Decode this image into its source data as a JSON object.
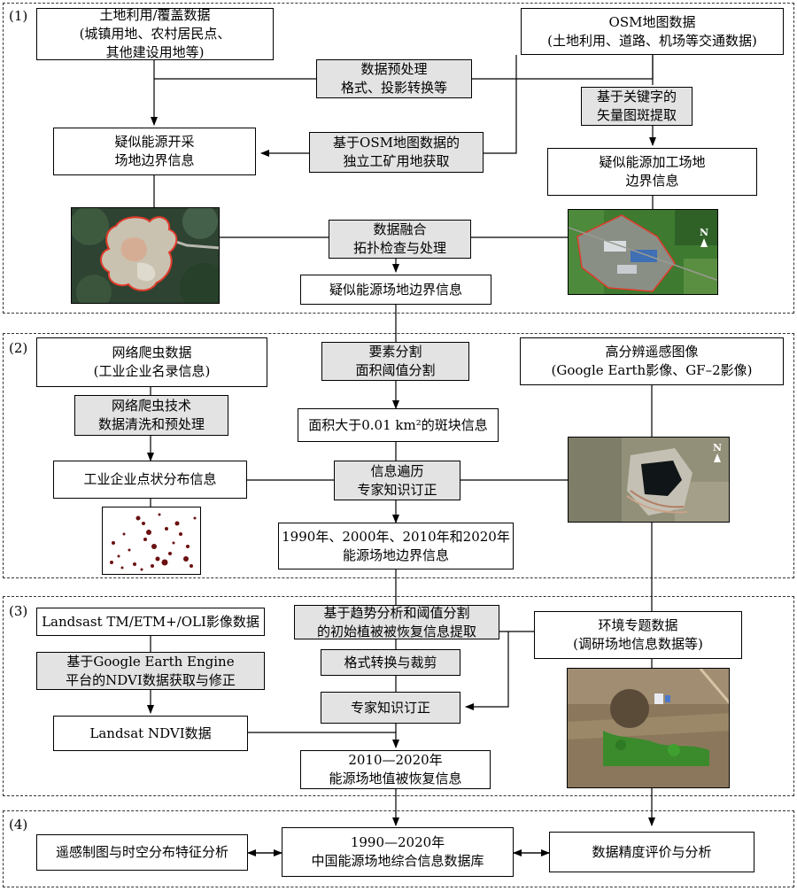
{
  "sections": {
    "s1": "(1)",
    "s2": "(2)",
    "s3": "(3)",
    "s4": "(4)"
  },
  "s1": {
    "land_use": "土地利用/覆盖数据\n(城镇用地、农村居民点、\n其他建设用地等)",
    "osm": "OSM地图数据\n(土地利用、道路、机场等交通数据)",
    "preprocess": "数据预处理\n格式、投影转换等",
    "keyword": "基于关键字的\n矢量图斑提取",
    "mining_boundary": "疑似能源开采\n场地边界信息",
    "osm_extract": "基于OSM地图数据的\n独立工矿用地获取",
    "processing_boundary": "疑似能源加工场地\n边界信息",
    "fusion": "数据融合\n拓扑检查与处理",
    "suspected_boundary": "疑似能源场地边界信息"
  },
  "s2": {
    "crawler_data": "网络爬虫数据\n(工业企业名录信息)",
    "segmentation": "要素分割\n面积阈值分割",
    "hires": "高分辨遥感图像\n(Google Earth影像、GF–2影像)",
    "crawler_tech": "网络爬虫技术\n数据清洗和预处理",
    "area_patch": "面积大于0.01 km²的斑块信息",
    "point_distribution": "工业企业点状分布信息",
    "traverse": "信息遍历\n专家知识订正",
    "years_boundary": "1990年、2000年、2010年和2020年\n能源场地边界信息"
  },
  "s3": {
    "landsat_data": "Landsast TM/ETM+/OLI影像数据",
    "trend": "基于趋势分析和阈值分割\n的初始植被被恢复信息提取",
    "env_data": "环境专题数据\n(调研场地信息数据等)",
    "gee": "基于Google Earth Engine\n平台的NDVI数据获取与修正",
    "format_clip": "格式转换与裁剪",
    "expert": "专家知识订正",
    "landsat_ndvi": "Landsat NDVI数据",
    "recovery": "2010—2020年\n能源场地值被恢复信息"
  },
  "s4": {
    "mapping": "遥感制图与时空分布特征分析",
    "database": "1990—2020年\n中国能源场地综合信息数据库",
    "accuracy": "数据精度评价与分析"
  },
  "colors": {
    "gray_box": "#e3e3e3",
    "boundary_red": "#e03a2a",
    "point_dark_red": "#6b1010"
  },
  "images": {
    "north_label": "N"
  }
}
